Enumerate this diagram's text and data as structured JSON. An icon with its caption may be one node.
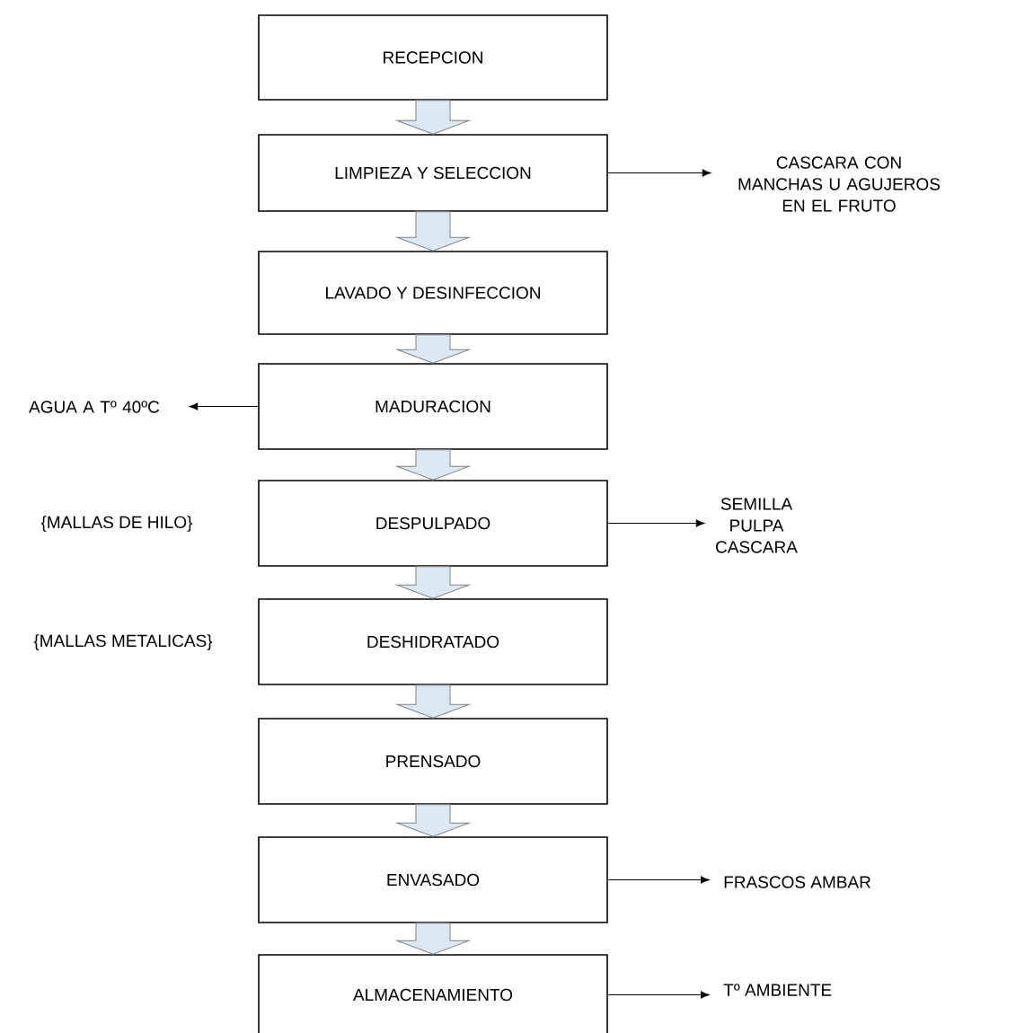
{
  "diagram": {
    "nodes": [
      {
        "text": [
          "RECEPCION"
        ]
      },
      {
        "text": [
          "LIMPIEZA Y SELECCION"
        ]
      },
      {
        "text": [
          "LAVADO Y DESINFECCION"
        ]
      },
      {
        "text": [
          "MADURACION"
        ]
      },
      {
        "text": [
          "DESPULPADO"
        ],
        "beside": [
          "{MALLAS DE HILO}"
        ]
      },
      {
        "text": [
          "DESHIDRATADO"
        ],
        "beside": [
          "{MALLAS METALICAS}"
        ]
      },
      {
        "text": [
          "PRENSADO"
        ]
      },
      {
        "text": [
          "ENVASADO"
        ]
      },
      {
        "text": [
          "ALMACENAMIENTO"
        ]
      },
      {
        "text": [
          "CASCARA CON MANCHAS U AGUJEROS EN EL FRUTO"
        ]
      },
      {
        "text": [
          "AGUA A Tº 40ºC"
        ]
      },
      {
        "text": [
          "SEMILLA PULPA CASCARA"
        ]
      },
      {
        "text": [
          "FRASCOS AMBAR"
        ]
      },
      {
        "text": [
          "Tº AMBIENTE"
        ]
      }
    ],
    "edges": [
      {
        "from": 0,
        "to": 1,
        "arrow": "to"
      },
      {
        "from": 1,
        "to": 2,
        "arrow": "to"
      },
      {
        "from": 2,
        "to": 3,
        "arrow": "to"
      },
      {
        "from": 3,
        "to": 4,
        "arrow": "to"
      },
      {
        "from": 4,
        "to": 5,
        "arrow": "to"
      },
      {
        "from": 5,
        "to": 6,
        "arrow": "to"
      },
      {
        "from": 6,
        "to": 7,
        "arrow": "to"
      },
      {
        "from": 7,
        "to": 8,
        "arrow": "to"
      },
      {
        "from": 1,
        "to": 9,
        "arrow": "to"
      },
      {
        "from": 3,
        "to": 10,
        "arrow": "to"
      },
      {
        "from": 4,
        "to": 11,
        "arrow": "to"
      },
      {
        "from": 7,
        "to": 12,
        "arrow": "to"
      },
      {
        "from": 8,
        "to": 13,
        "arrow": "to"
      }
    ]
  }
}
